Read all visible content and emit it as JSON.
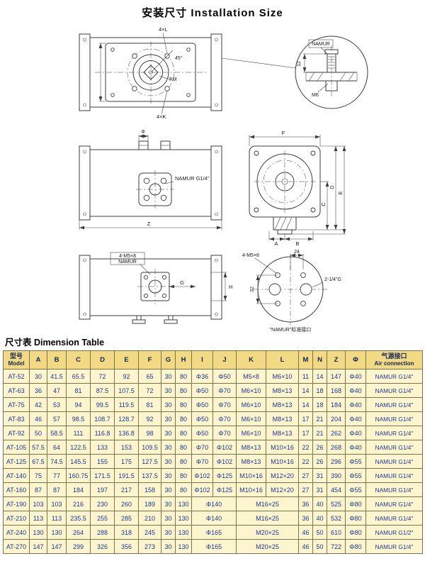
{
  "page": {
    "title": "安装尺寸  Installation Size"
  },
  "colors": {
    "border": "#7d7448",
    "header_bg": "#f2da84",
    "cell_bg": "#fdf5cd",
    "cell_text": "#1c3a8f"
  },
  "drawings": {
    "top_view": {
      "bolts_top": "4×L",
      "angle": "45°",
      "shaft": "ΦM",
      "bolts_bottom": "4×K"
    },
    "namur_detail": {
      "name": "NAMUR",
      "depth": "12",
      "thread": "M6"
    },
    "front_view": {
      "port_dim": "Φ",
      "namur_port": "NAMUR G1/4\"",
      "width": "Z"
    },
    "side_view": {
      "top": "F",
      "right_inner": "C",
      "right_mid": "D",
      "right_outer": "E",
      "bottom_left": "A",
      "bottom_right": "B"
    },
    "bottom_view": {
      "screws_line1": "4-M5×8",
      "screws_line2": "NAMUR",
      "dim_g": "G",
      "dim_h": "H"
    },
    "interface_detail": {
      "screws": "4-M5×8",
      "pitch_h": "24",
      "pitch_v": "32",
      "ports": "2-1/4\"G",
      "caption": "\"NAMUR\"标准接口"
    }
  },
  "table_section": {
    "title": "尺寸表 Dimension Table"
  },
  "table": {
    "headers": [
      {
        "zh": "型号",
        "en": "Model"
      },
      "A",
      "B",
      "C",
      "D",
      "E",
      "F",
      "G",
      "H",
      "I",
      "J",
      "K",
      "L",
      "M",
      "N",
      "Z",
      "Φ",
      {
        "zh": "气源接口",
        "en": "Air connection"
      }
    ],
    "rows": [
      [
        "AT-52",
        "30",
        "41.5",
        "65.5",
        "72",
        "92",
        "65",
        "30",
        "80",
        "Φ36",
        "Φ50",
        "M5×8",
        "M6×10",
        "11",
        "14",
        "147",
        "Φ40",
        "NAMUR G1/4\""
      ],
      [
        "AT-63",
        "36",
        "47",
        "81",
        "87.5",
        "107.5",
        "72",
        "30",
        "80",
        "Φ50",
        "Φ70",
        "M6×10",
        "M8×13",
        "14",
        "18",
        "168",
        "Φ40",
        "NAMUR G1/4\""
      ],
      [
        "AT-75",
        "42",
        "53",
        "94",
        "99.5",
        "119.5",
        "81",
        "30",
        "80",
        "Φ50",
        "Φ70",
        "M6×10",
        "M8×13",
        "14",
        "18",
        "184",
        "Φ40",
        "NAMUR G1/4\""
      ],
      [
        "AT-83",
        "46",
        "57",
        "98.5",
        "108.7",
        "128.7",
        "92",
        "30",
        "80",
        "Φ50",
        "Φ70",
        "M6×10",
        "M8×13",
        "17",
        "21",
        "204",
        "Φ40",
        "NAMUR G1/4\""
      ],
      [
        "AT-92",
        "50",
        "58.5",
        "111",
        "116.8",
        "136.8",
        "98",
        "30",
        "80",
        "Φ50",
        "Φ70",
        "M6×10",
        "M8×13",
        "17",
        "21",
        "262",
        "Φ40",
        "NAMUR G1/4\""
      ],
      [
        "AT-105",
        "57.5",
        "64",
        "122.5",
        "133",
        "153",
        "109.5",
        "30",
        "80",
        "Φ70",
        "Φ102",
        "M8×13",
        "M10×16",
        "22",
        "26",
        "268",
        "Φ40",
        "NAMUR G1/4\""
      ],
      [
        "AT-125",
        "67.5",
        "74.5",
        "145.5",
        "155",
        "175",
        "127.5",
        "30",
        "80",
        "Φ70",
        "Φ102",
        "M8×13",
        "M10×16",
        "22",
        "26",
        "296",
        "Φ55",
        "NAMUR G1/4\""
      ],
      [
        "AT-140",
        "75",
        "77",
        "160.75",
        "171.5",
        "191.5",
        "137.5",
        "30",
        "80",
        "Φ102",
        "Φ125",
        "M10×16",
        "M12×20",
        "27",
        "31",
        "390",
        "Φ55",
        "NAMUR G1/4\""
      ],
      [
        "AT-160",
        "87",
        "87",
        "184",
        "197",
        "217",
        "158",
        "30",
        "80",
        "Φ102",
        "Φ125",
        "M10×16",
        "M12×20",
        "27",
        "31",
        "454",
        "Φ55",
        "NAMUR G1/4\""
      ],
      [
        "AT-190",
        "103",
        "103",
        "216",
        "230",
        "260",
        "189",
        "30",
        "130",
        {
          "v": "Φ140",
          "colspan": 2
        },
        {
          "v": "M16×25",
          "colspan": 2
        },
        "36",
        "40",
        "525",
        "Φ80",
        "NAMUR G1/4\""
      ],
      [
        "AT-210",
        "113",
        "113",
        "235.5",
        "255",
        "285",
        "210",
        "30",
        "130",
        {
          "v": "Φ140",
          "colspan": 2
        },
        {
          "v": "M16×25",
          "colspan": 2
        },
        "36",
        "40",
        "532",
        "Φ80",
        "NAMUR G1/4\""
      ],
      [
        "AT-240",
        "130",
        "130",
        "264",
        "288",
        "318",
        "245",
        "30",
        "130",
        {
          "v": "Φ165",
          "colspan": 2
        },
        {
          "v": "M20×25",
          "colspan": 2
        },
        "46",
        "50",
        "610",
        "Φ80",
        "NAMUR G1/2\""
      ],
      [
        "AT-270",
        "147",
        "147",
        "299",
        "326",
        "356",
        "273",
        "30",
        "130",
        {
          "v": "Φ165",
          "colspan": 2
        },
        {
          "v": "M20×25",
          "colspan": 2
        },
        "46",
        "50",
        "722",
        "Φ80",
        "NAMUR G1/4\""
      ]
    ]
  }
}
